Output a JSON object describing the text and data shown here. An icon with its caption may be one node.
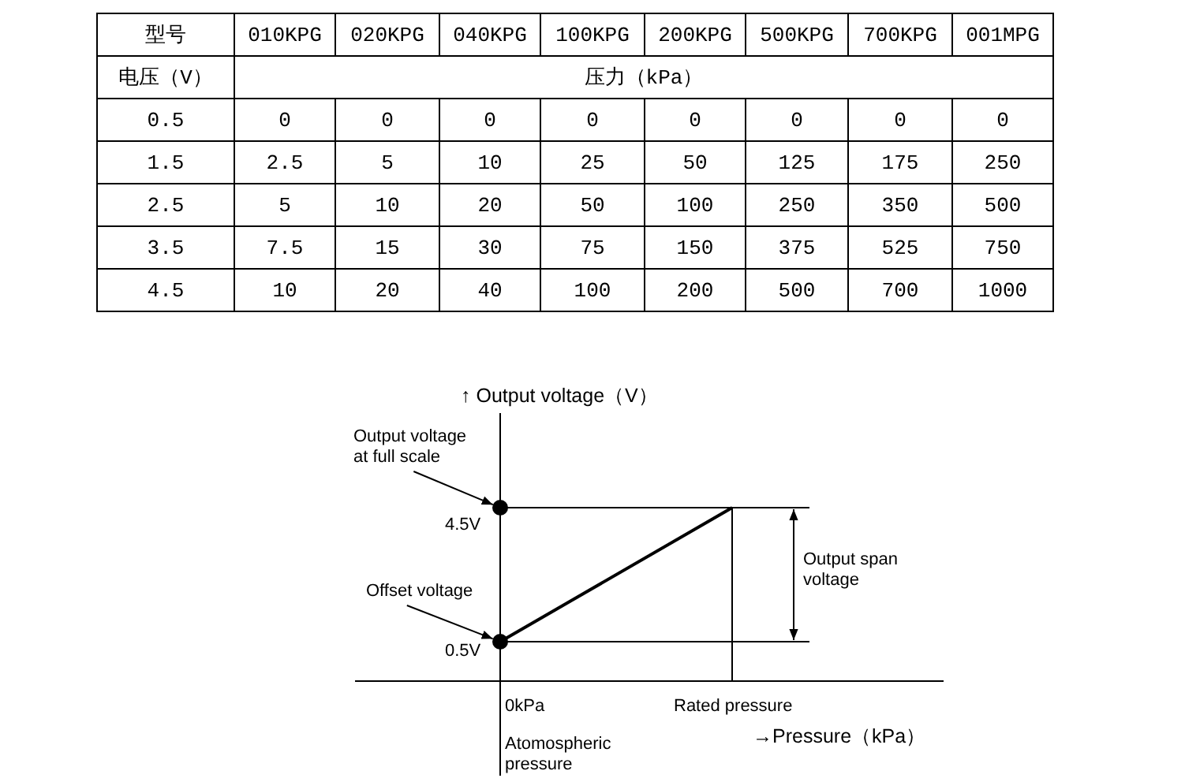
{
  "diagram": {
    "nodes": [
      {
        "text": [
          "Output voltage at full scale"
        ]
      },
      {
        "text": [],
        "shape": "circle"
      },
      {
        "text": [
          "Offset voltage"
        ]
      },
      {
        "text": [],
        "shape": "circle"
      }
    ],
    "edges": [
      {
        "from": 0,
        "to": 1,
        "arrow": "to"
      },
      {
        "from": 2,
        "to": 3,
        "arrow": "to"
      }
    ],
    "labels": [
      "型号",
      "010KPG",
      "020KPG",
      "040KPG",
      "100KPG",
      "200KPG",
      "500KPG",
      "700KPG",
      "001MPG",
      "电压（V）",
      "压力（kPa）",
      "0.5",
      "0",
      "0",
      "0",
      "0",
      "0",
      "0",
      "0",
      "0",
      "1.5",
      "2.5",
      "5",
      "10",
      "25",
      "50",
      "125",
      "175",
      "250",
      "2.5",
      "5",
      "10",
      "20",
      "50",
      "100",
      "250",
      "350",
      "500",
      "3.5",
      "7.5",
      "15",
      "30",
      "75",
      "150",
      "375",
      "525",
      "750",
      "4.5",
      "10",
      "20",
      "40",
      "100",
      "200",
      "500",
      "700",
      "1000",
      "↑ Output voltage（V）",
      "4.5V",
      "Output span voltage",
      "0.5V",
      "0kPa",
      "Rated pressure",
      "→Pressure（kPa）",
      "Atomospheric pressure"
    ]
  }
}
